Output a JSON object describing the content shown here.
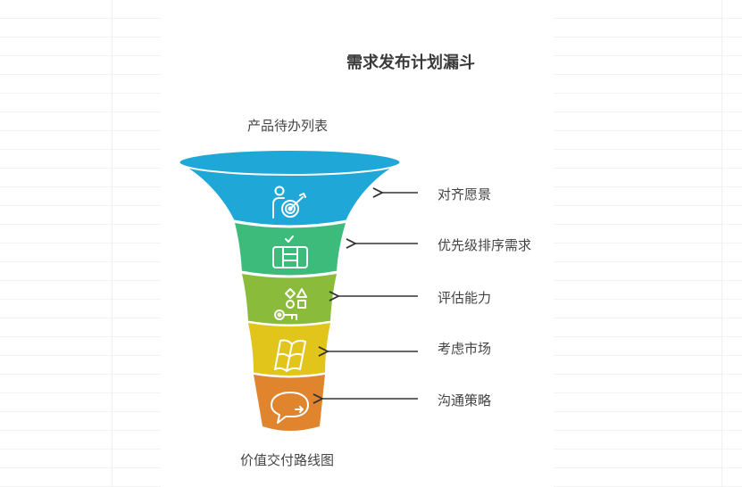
{
  "title": "需求发布计划漏斗",
  "input_label": "产品待办列表",
  "output_label": "价值交付路线图",
  "stages": [
    {
      "label": "对齐愿景",
      "icon": "person-target-icon",
      "color": "#1fa7d8"
    },
    {
      "label": "优先级排序需求",
      "icon": "checklist-board-icon",
      "color": "#3dbb7a"
    },
    {
      "label": "评估能力",
      "icon": "shapes-key-icon",
      "color": "#8bbb3a"
    },
    {
      "label": "考虑市场",
      "icon": "flag-icon",
      "color": "#e2c51a"
    },
    {
      "label": "沟通策略",
      "icon": "speech-bubble-icon",
      "color": "#e0852e"
    }
  ]
}
